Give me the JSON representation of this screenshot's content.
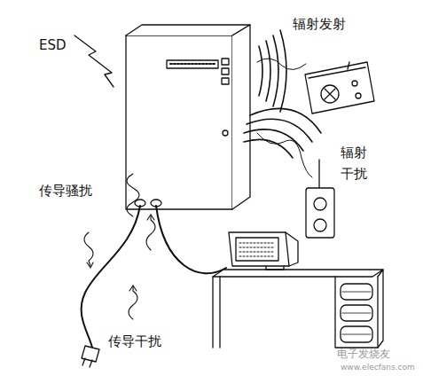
{
  "diagram": {
    "labels": [
      "ESD",
      "辐射发射",
      "辐射干扰",
      "传导骚扰",
      "传导干扰",
      "电子发烧友",
      "www.elecfans.com"
    ]
  }
}
